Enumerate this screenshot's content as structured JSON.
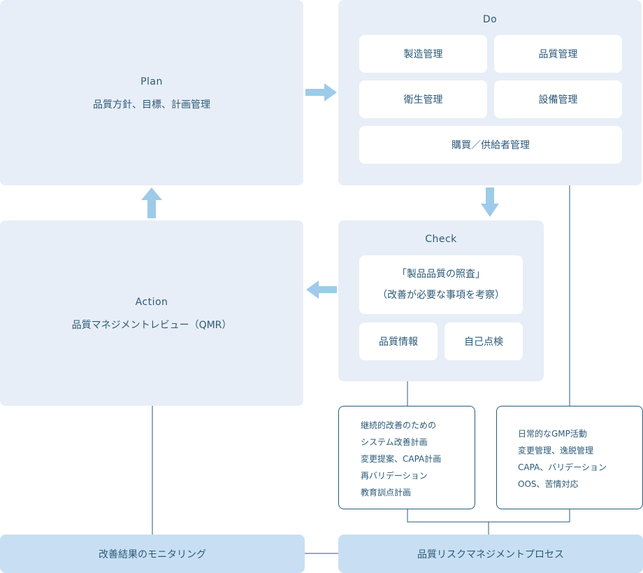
{
  "plan": {
    "title": "Plan",
    "subtitle": "品質方針、目標、計画管理"
  },
  "do": {
    "title": "Do",
    "items": [
      "製造管理",
      "品質管理",
      "衛生管理",
      "設備管理",
      "購買／供給者管理"
    ]
  },
  "check": {
    "title": "Check",
    "main_line1": "「製品品質の照査」",
    "main_line2": "（改善が必要な事項を考察）",
    "items": [
      "品質情報",
      "自己点検"
    ]
  },
  "action": {
    "title": "Action",
    "subtitle": "品質マネジメントレビュー（QMR）"
  },
  "note_left": {
    "lines": [
      "継続的改善のための",
      "システム改善計画",
      "変更提案、CAPA計画",
      "再バリデーション",
      "教育訓点計画"
    ]
  },
  "note_right": {
    "lines": [
      "日常的なGMP活動",
      "変更管理、逸脱管理",
      "CAPA、バリデーション",
      "OOS、苦情対応"
    ]
  },
  "bottom_left": {
    "label": "改善結果のモニタリング"
  },
  "bottom_right": {
    "label": "品質リスクマネジメントプロセス"
  },
  "colors": {
    "panel": "#e8eef7",
    "text": "#2b5a78",
    "arrow": "#9ecbe9",
    "bar": "#c8dff3"
  }
}
